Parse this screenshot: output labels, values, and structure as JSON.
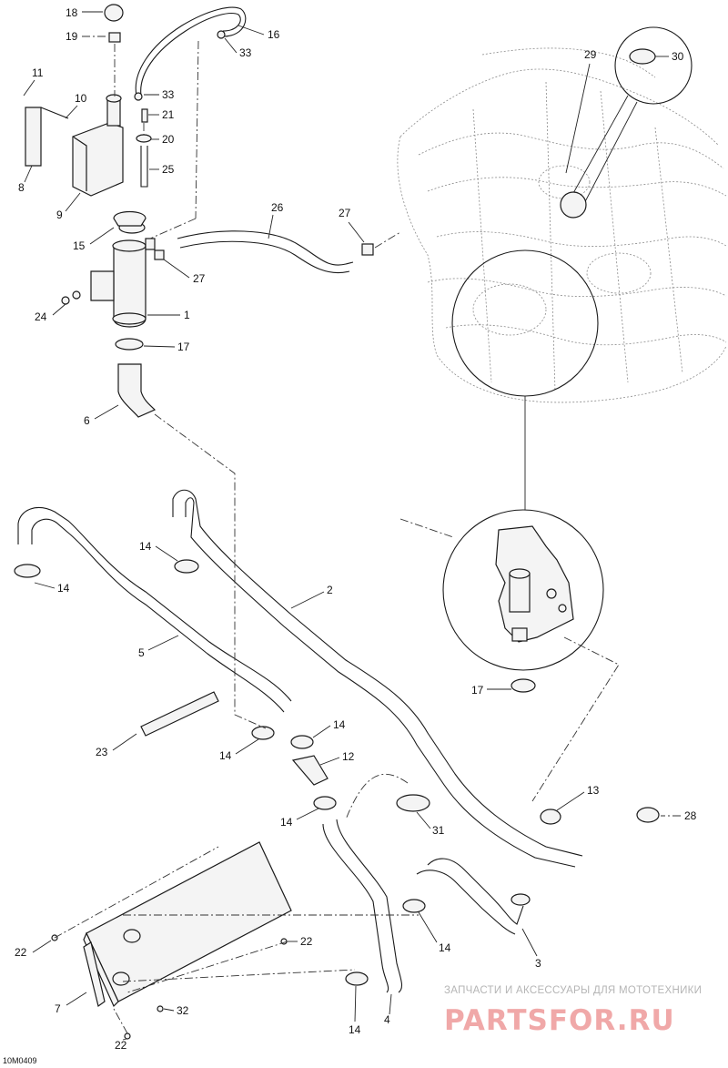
{
  "diagram": {
    "reference_code": "10M0409",
    "watermark": {
      "line1": "ЗАПЧАСТИ И АКСЕССУАРЫ ДЛЯ МОТОТЕХНИКИ",
      "line2": "PARTSFOR.RU"
    },
    "callouts": [
      "18",
      "19",
      "16",
      "33",
      "11",
      "10",
      "33",
      "21",
      "20",
      "8",
      "25",
      "9",
      "15",
      "26",
      "27",
      "29",
      "30",
      "27",
      "24",
      "1",
      "17",
      "6",
      "2",
      "14",
      "14",
      "5",
      "17",
      "14",
      "23",
      "14",
      "12",
      "14",
      "13",
      "28",
      "31",
      "3",
      "22",
      "22",
      "14",
      "7",
      "32",
      "4",
      "22",
      "14"
    ]
  }
}
